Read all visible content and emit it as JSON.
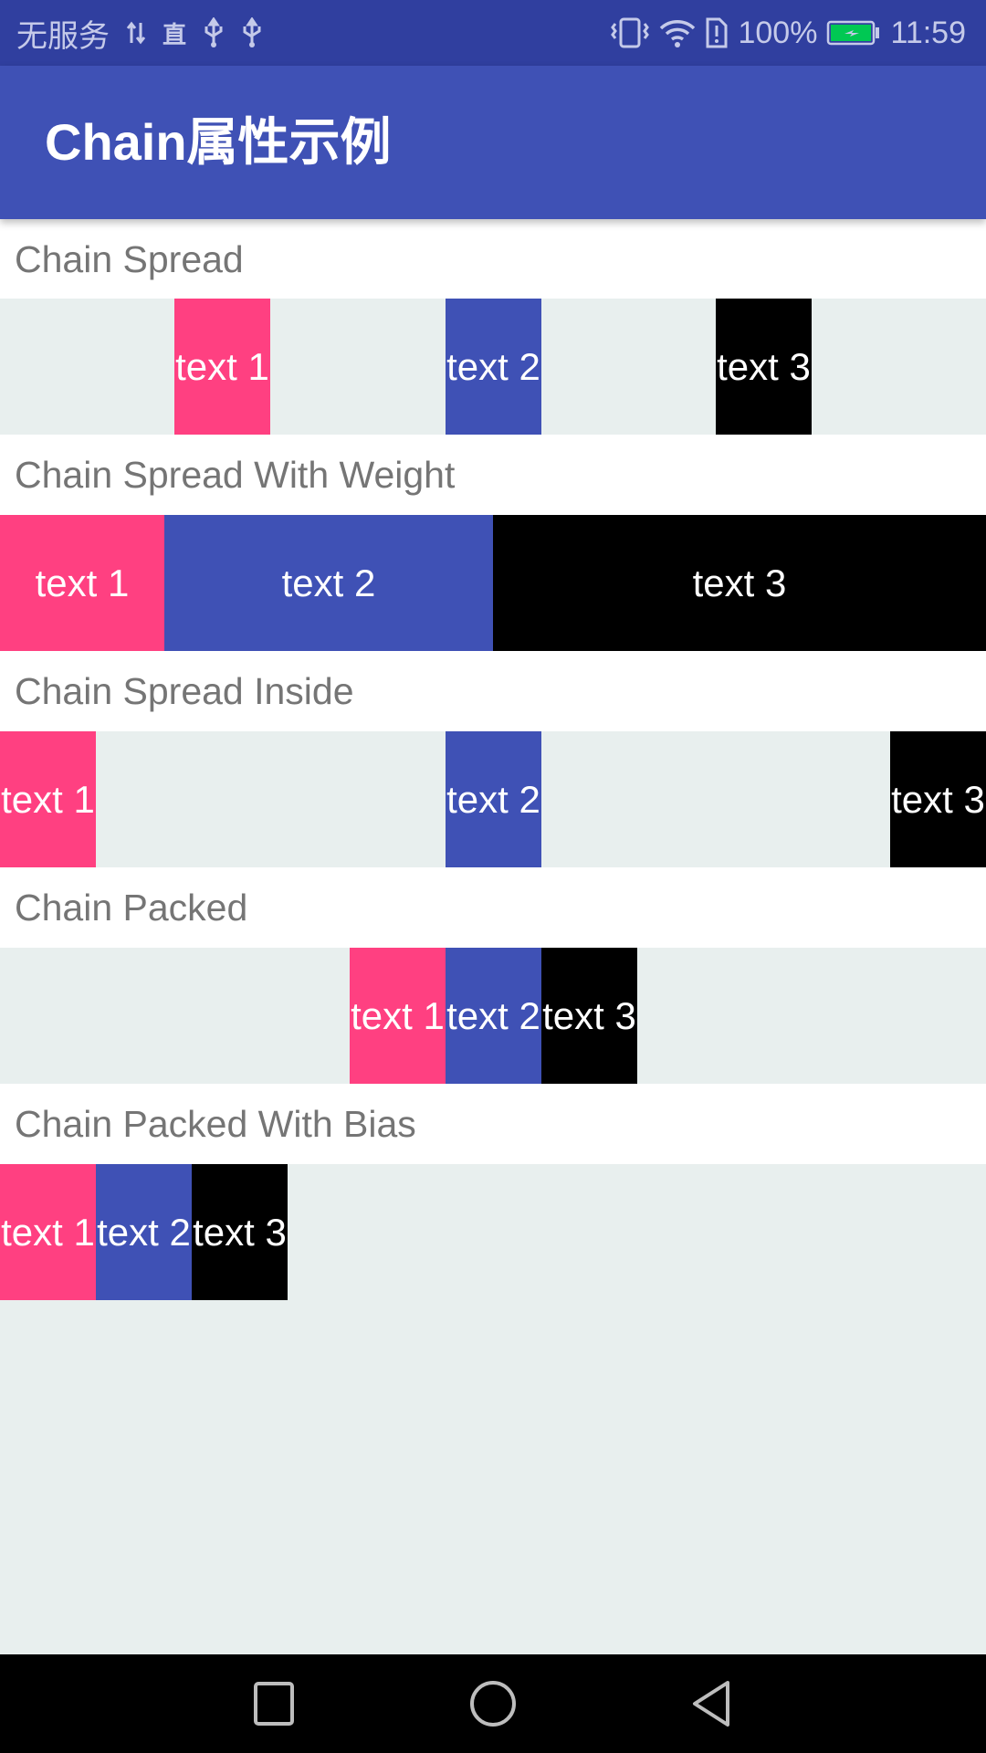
{
  "status_bar": {
    "carrier": "无服务",
    "battery_percent": "100%",
    "time": "11:59",
    "icons": [
      "data-transfer-icon",
      "direct-icon",
      "usb-icon",
      "usb-icon",
      "vibrate-icon",
      "wifi-icon",
      "sim-alert-icon",
      "battery-charging-icon"
    ]
  },
  "app_bar": {
    "title": "Chain属性示例"
  },
  "colors": {
    "pink": "#ff4081",
    "indigo": "#3f51b5",
    "black": "#000000",
    "row_bg": "#e8efee"
  },
  "sections": [
    {
      "label": "Chain Spread",
      "boxes": [
        {
          "text": "text 1"
        },
        {
          "text": "text 2"
        },
        {
          "text": "text 3"
        }
      ]
    },
    {
      "label": "Chain Spread With Weight",
      "boxes": [
        {
          "text": "text 1"
        },
        {
          "text": "text 2"
        },
        {
          "text": "text 3"
        }
      ]
    },
    {
      "label": "Chain Spread Inside",
      "boxes": [
        {
          "text": "text 1"
        },
        {
          "text": "text 2"
        },
        {
          "text": "text 3"
        }
      ]
    },
    {
      "label": "Chain Packed",
      "boxes": [
        {
          "text": "text 1"
        },
        {
          "text": "text 2"
        },
        {
          "text": "text 3"
        }
      ]
    },
    {
      "label": "Chain Packed With Bias",
      "boxes": [
        {
          "text": "text 1"
        },
        {
          "text": "text 2"
        },
        {
          "text": "text 3"
        }
      ]
    }
  ],
  "nav_bar": {
    "buttons": [
      "recents-button",
      "home-button",
      "back-button"
    ]
  }
}
